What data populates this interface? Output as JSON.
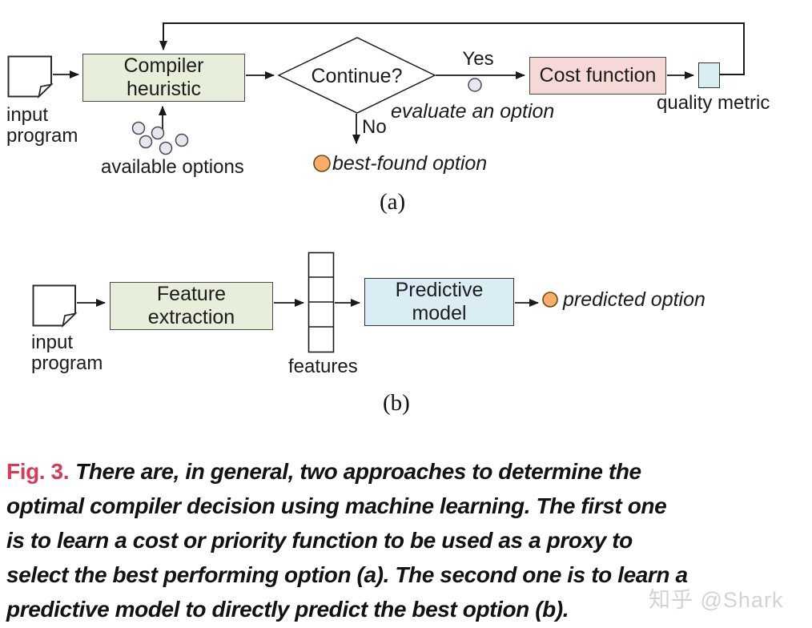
{
  "figure": {
    "panel_a": {
      "label": "(a)",
      "input_program_label": "input program",
      "compiler_heuristic_label": "Compiler heuristic",
      "available_options_label": "available options",
      "continue_label": "Continue?",
      "yes_label": "Yes",
      "no_label": "No",
      "evaluate_label": "evaluate an option",
      "best_found_label": "best-found option",
      "cost_function_label": "Cost function",
      "quality_metric_label": "quality metric"
    },
    "panel_b": {
      "label": "(b)",
      "input_program_label": "input program",
      "feature_extraction_label": "Feature extraction",
      "features_label": "features",
      "predictive_model_label": "Predictive model",
      "predicted_option_label": "predicted option"
    }
  },
  "caption": {
    "fig_label": "Fig. 3.",
    "lines": [
      "There are, in general, two approaches to determine the",
      "optimal compiler decision using machine learning. The first one",
      "is to learn a cost or priority function to be used as a proxy to",
      "select the best performing option (a). The second one is to learn a",
      "predictive model to directly predict the best option (b)."
    ]
  },
  "watermark": "知乎 @Shark",
  "colors": {
    "box_green": "#e7eeda",
    "box_pink": "#f6d8d6",
    "box_blue": "#daedf4",
    "circle_lavender": "#e9e5f1",
    "circle_orange": "#f8ae6a",
    "line": "#1a1a1a",
    "fig_label_red": "#d93a56",
    "watermark_gray": "#d3d3d3"
  }
}
